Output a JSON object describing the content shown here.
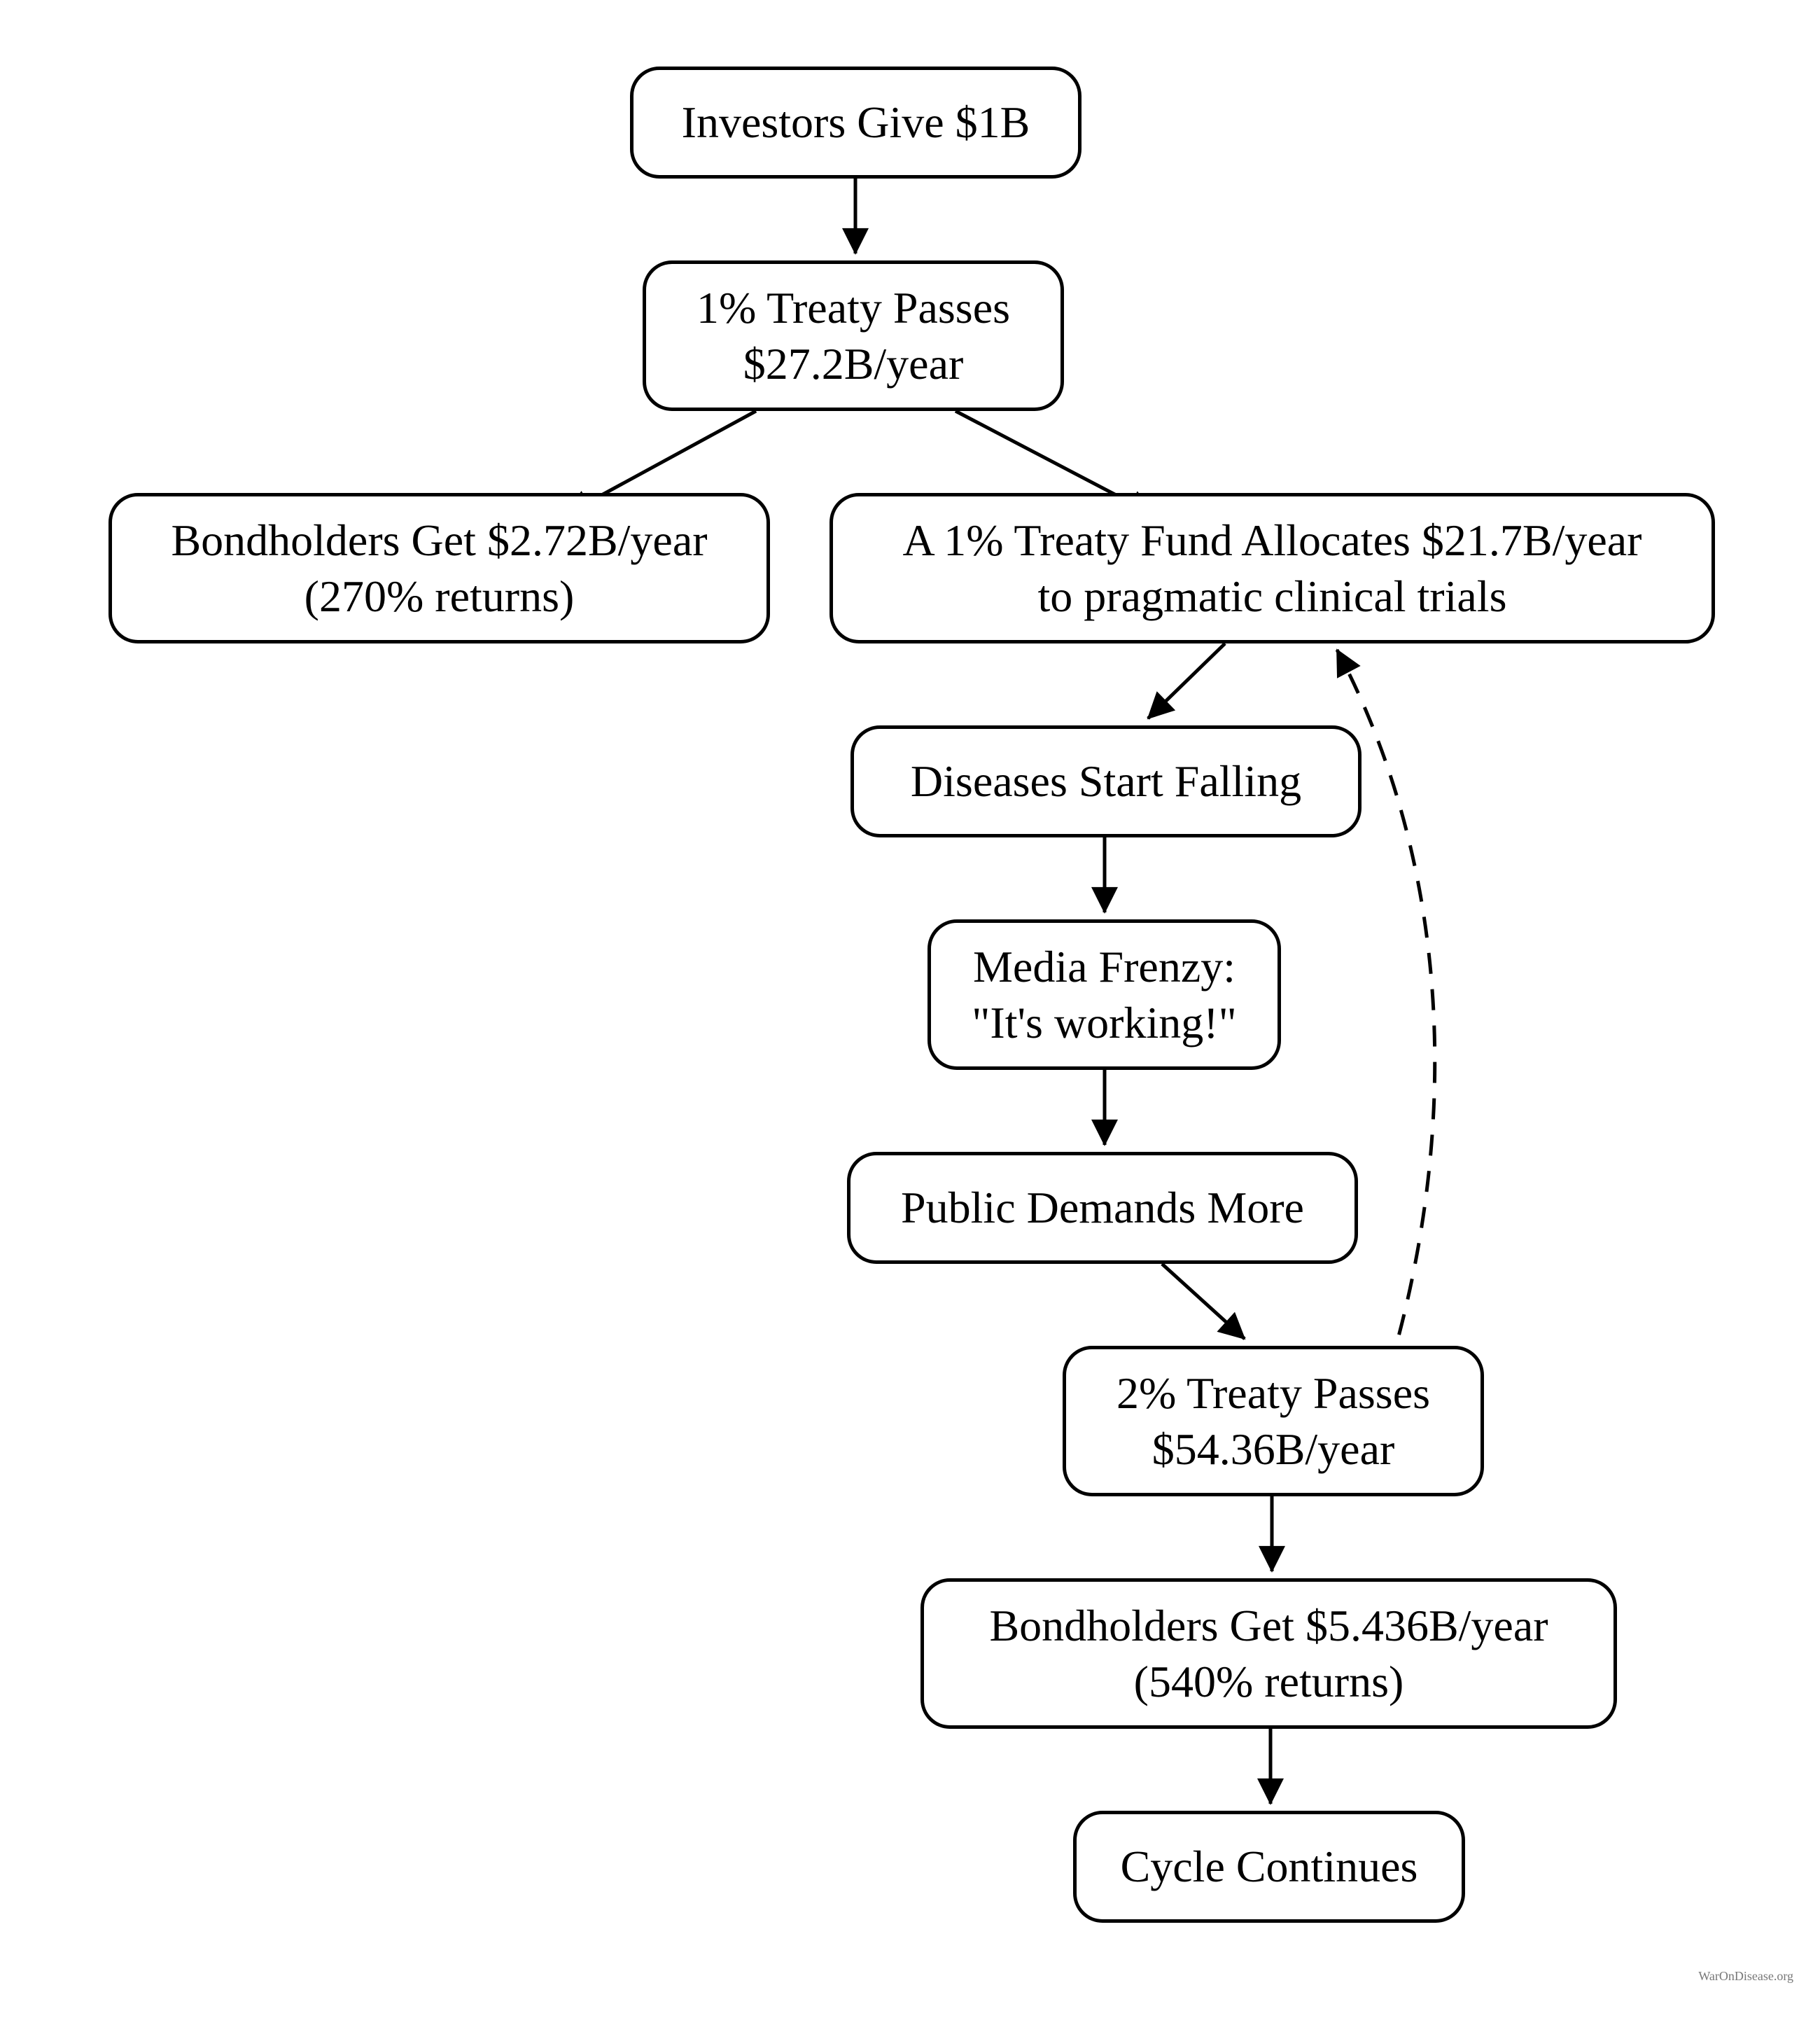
{
  "diagram_type": "flowchart",
  "colors": {
    "background": "#ffffff",
    "node_fill": "#ffffff",
    "node_border": "#000000",
    "edge": "#000000",
    "watermark_text_color": "#777777"
  },
  "nodes": {
    "investors": {
      "line1": "Investors Give $1B"
    },
    "treaty1": {
      "line1": "1% Treaty Passes",
      "line2": "$27.2B/year"
    },
    "bondholders1": {
      "line1": "Bondholders Get $2.72B/year",
      "line2": "(270% returns)"
    },
    "fund": {
      "line1": "A 1% Treaty Fund Allocates $21.7B/year",
      "line2": "to pragmatic clinical trials"
    },
    "diseases": {
      "line1": "Diseases Start Falling"
    },
    "media": {
      "line1": "Media Frenzy:",
      "line2": "\"It's working!\""
    },
    "public_demand": {
      "line1": "Public Demands More"
    },
    "treaty2": {
      "line1": "2% Treaty Passes",
      "line2": "$54.36B/year"
    },
    "bondholders2": {
      "line1": "Bondholders Get $5.436B/year",
      "line2": "(540% returns)"
    },
    "cycle": {
      "line1": "Cycle Continues"
    }
  },
  "edges": [
    {
      "from": "investors",
      "to": "treaty1",
      "style": "solid"
    },
    {
      "from": "treaty1",
      "to": "bondholders1",
      "style": "solid"
    },
    {
      "from": "treaty1",
      "to": "fund",
      "style": "solid"
    },
    {
      "from": "fund",
      "to": "diseases",
      "style": "solid"
    },
    {
      "from": "diseases",
      "to": "media",
      "style": "solid"
    },
    {
      "from": "media",
      "to": "public_demand",
      "style": "solid"
    },
    {
      "from": "public_demand",
      "to": "treaty2",
      "style": "solid"
    },
    {
      "from": "treaty2",
      "to": "bondholders2",
      "style": "solid"
    },
    {
      "from": "bondholders2",
      "to": "cycle",
      "style": "solid"
    },
    {
      "from": "treaty2",
      "to": "fund",
      "style": "dashed"
    }
  ],
  "footer": {
    "watermark": "WarOnDisease.org"
  }
}
